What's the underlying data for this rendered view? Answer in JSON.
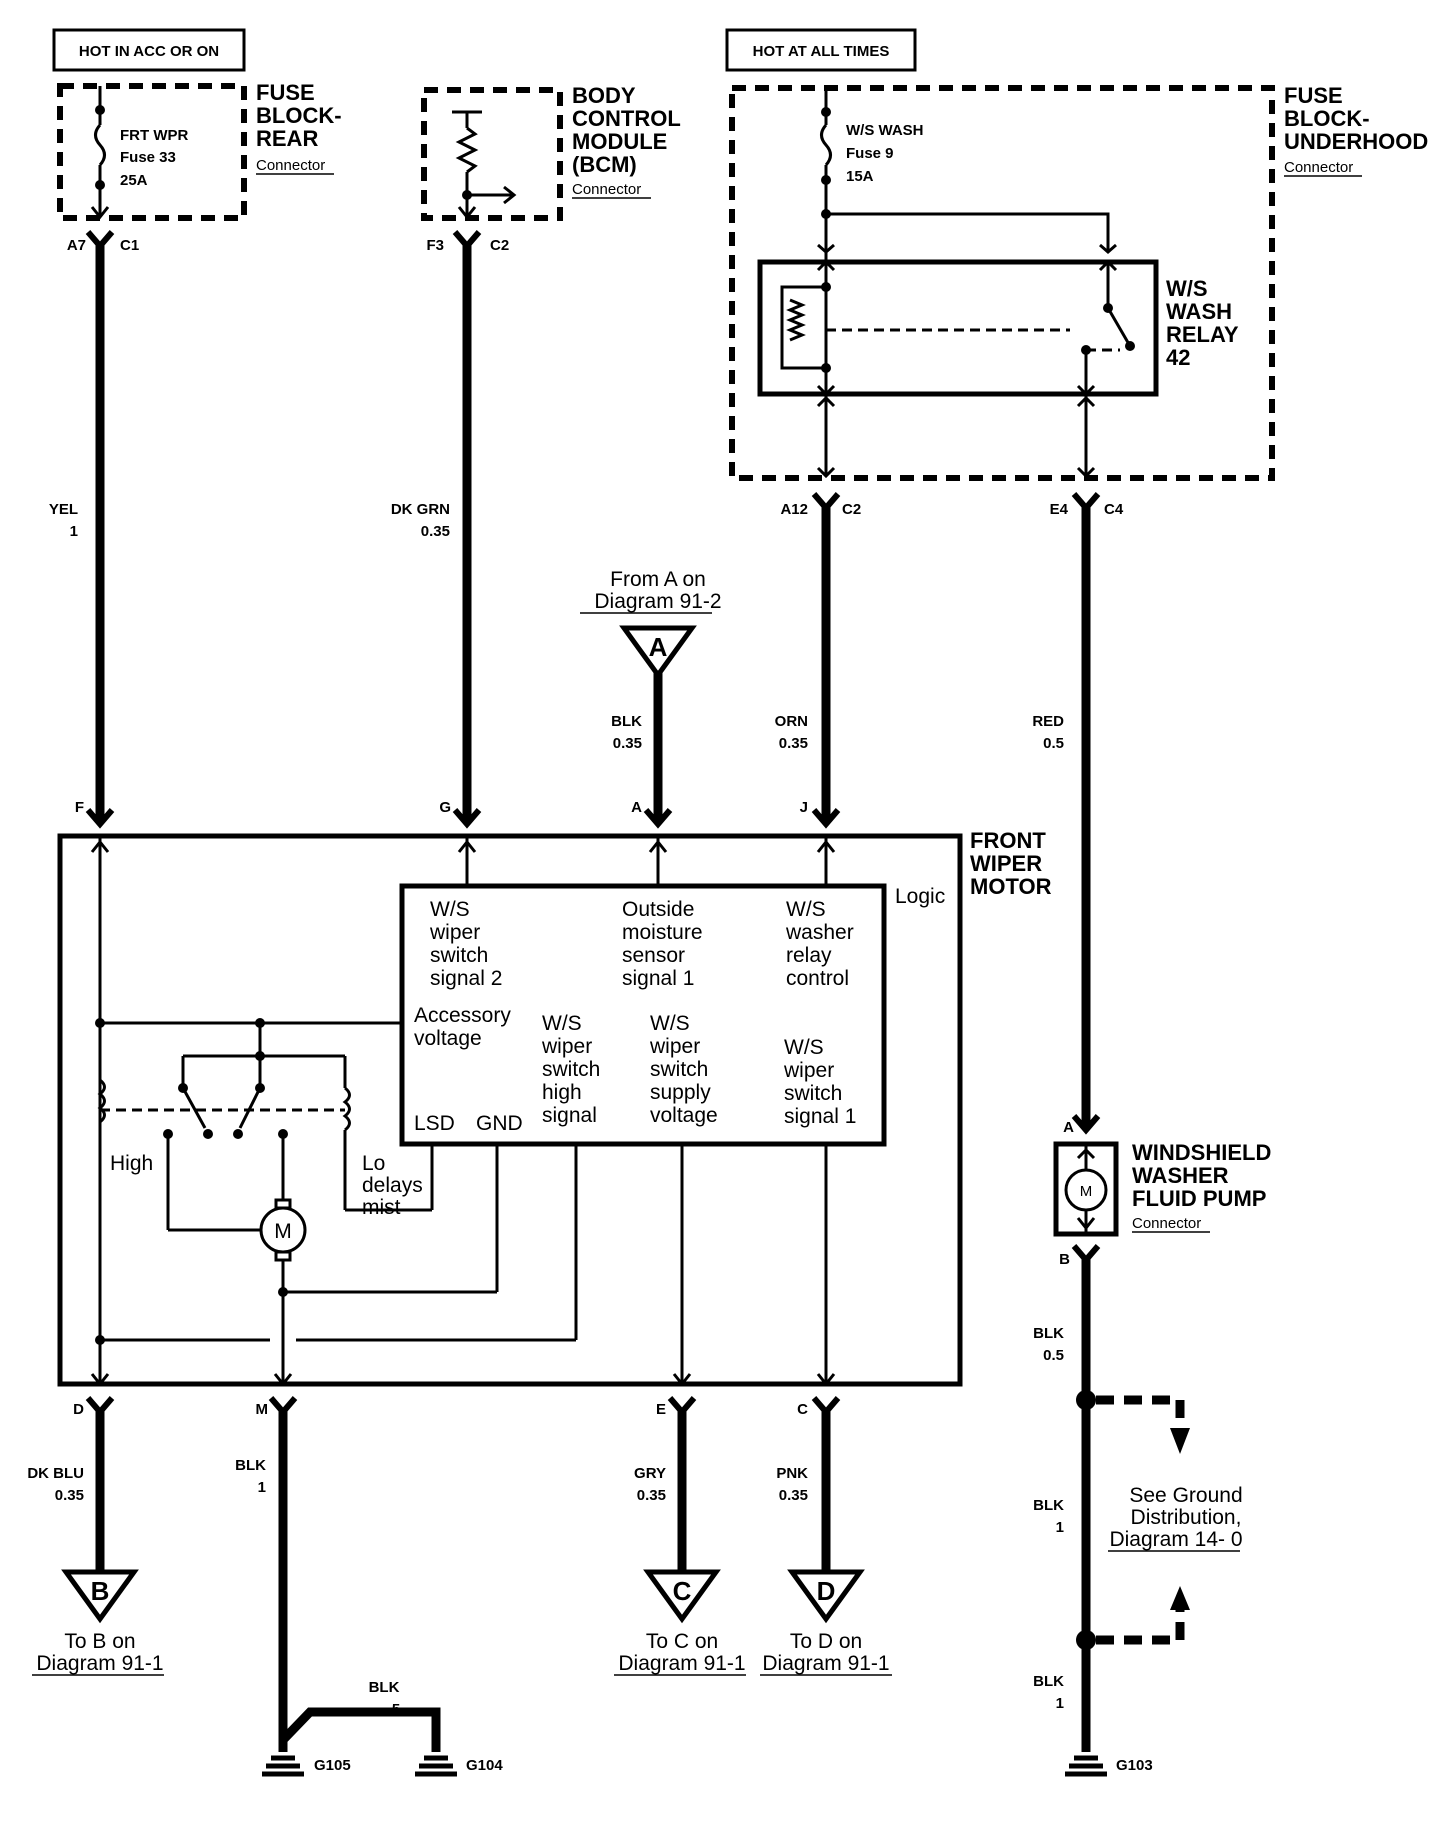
{
  "headers": {
    "hot_acc": "HOT IN ACC OR ON",
    "hot_all": "HOT AT ALL TIMES"
  },
  "fuse_rear": {
    "title": [
      "FUSE",
      "BLOCK-",
      "REAR"
    ],
    "connector": "Connector",
    "fuse": [
      "FRT WPR",
      "Fuse 33",
      "25A"
    ]
  },
  "bcm": {
    "title": [
      "BODY",
      "CONTROL",
      "MODULE",
      "(BCM)"
    ],
    "connector": "Connector"
  },
  "fuse_underhood": {
    "title": [
      "FUSE",
      "BLOCK-",
      "UNDERHOOD"
    ],
    "connector": "Connector",
    "fuse": [
      "W/S  WASH",
      "Fuse 9",
      "15A"
    ]
  },
  "relay": {
    "title": [
      "W/S",
      "WASH",
      "RELAY",
      "42"
    ]
  },
  "pins_top": {
    "a7": "A7",
    "c1a": "C1",
    "f3": "F3",
    "c2a": "C2",
    "a12": "A12",
    "c2b": "C2",
    "e4": "E4",
    "c4": "C4"
  },
  "wires": {
    "yel": [
      "YEL",
      "1"
    ],
    "dkgrn": [
      "DK GRN",
      "0.35"
    ],
    "blk_a": [
      "BLK",
      "0.35"
    ],
    "orn": [
      "ORN",
      "0.35"
    ],
    "red": [
      "RED",
      "0.5"
    ],
    "dkblu": [
      "DK BLU",
      "0.35"
    ],
    "blk_m": [
      "BLK",
      "1"
    ],
    "gry": [
      "GRY",
      "0.35"
    ],
    "pnk": [
      "PNK",
      "0.35"
    ],
    "blk_pump": [
      "BLK",
      "0.5"
    ],
    "blk_g1": [
      "BLK",
      "1"
    ],
    "blk_g2": [
      "BLK",
      "1"
    ],
    "blk_5": [
      "BLK",
      "5"
    ]
  },
  "from_a": [
    "From A on",
    "Diagram 91-2"
  ],
  "motor": {
    "title": [
      "FRONT",
      "WIPER",
      "MOTOR"
    ],
    "logic": "Logic",
    "pins_top": {
      "f": "F",
      "g": "G",
      "a": "A",
      "j": "J"
    },
    "pins_bottom": {
      "d": "D",
      "m": "M",
      "e": "E",
      "c": "C"
    },
    "sig_ws2": [
      "W/S",
      "wiper",
      "switch",
      "signal 2"
    ],
    "sig_moist": [
      "Outside",
      "moisture",
      "sensor",
      "signal 1"
    ],
    "sig_washer": [
      "W/S",
      "washer",
      "relay",
      "control"
    ],
    "acc": [
      "Accessory",
      "voltage"
    ],
    "lsd": "LSD",
    "gnd": "GND",
    "sig_high": [
      "W/S",
      "wiper",
      "switch",
      "high",
      "signal"
    ],
    "sig_supply": [
      "W/S",
      "wiper",
      "switch",
      "supply",
      "voltage"
    ],
    "sig_ws1": [
      "W/S",
      "wiper",
      "switch",
      "signal 1"
    ],
    "high": "High",
    "lo": [
      "Lo",
      "delays",
      "mist"
    ],
    "m": "M"
  },
  "pump": {
    "title": [
      "WINDSHIELD",
      "WASHER",
      "FLUID PUMP"
    ],
    "connector": "Connector",
    "pin_a": "A",
    "pin_b": "B",
    "m": "M"
  },
  "tri_labels": {
    "a": "A",
    "b": "B",
    "c": "C",
    "d": "D"
  },
  "to_b": [
    "To B on",
    "Diagram 91-1"
  ],
  "to_c": [
    "To C on",
    "Diagram 91-1"
  ],
  "to_d": [
    "To D on",
    "Diagram 91-1"
  ],
  "ground_dist": [
    "See Ground",
    "Distribution,",
    "Diagram 14- 0"
  ],
  "grounds": {
    "g105": "G105",
    "g104": "G104",
    "g103": "G103"
  }
}
